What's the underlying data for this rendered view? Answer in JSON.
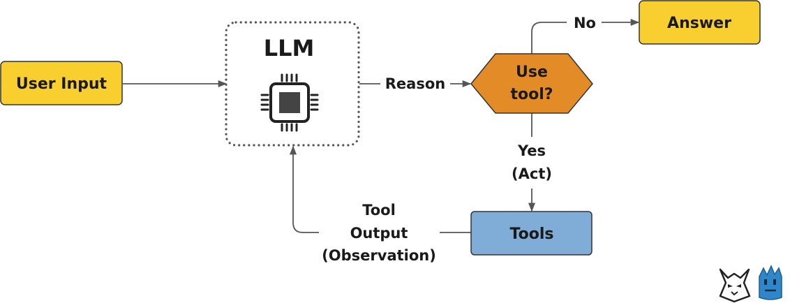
{
  "diagram": {
    "nodes": {
      "user_input": {
        "label": "User Input",
        "fill": "#f9cf2f",
        "stroke": "#333333"
      },
      "llm": {
        "label": "LLM",
        "border_style": "dotted",
        "icon": "cpu-chip-icon"
      },
      "decision": {
        "line1": "Use",
        "line2": "tool?",
        "fill": "#e38b27",
        "stroke": "#333333"
      },
      "answer": {
        "label": "Answer",
        "fill": "#f9cf2f",
        "stroke": "#333333"
      },
      "tools": {
        "label": "Tools",
        "fill": "#80acd8",
        "stroke": "#333333"
      }
    },
    "edges": {
      "reason": {
        "label": "Reason"
      },
      "no": {
        "label": "No"
      },
      "yes": {
        "line1": "Yes",
        "line2": "(Act)"
      },
      "tool_output": {
        "line1": "Tool",
        "line2": "Output",
        "line3": "(Observation)"
      }
    },
    "logos": [
      "wolf-mascot-icon",
      "blue-mascot-icon"
    ],
    "colors": {
      "line": "#555555",
      "text": "#1a1a1a"
    }
  }
}
